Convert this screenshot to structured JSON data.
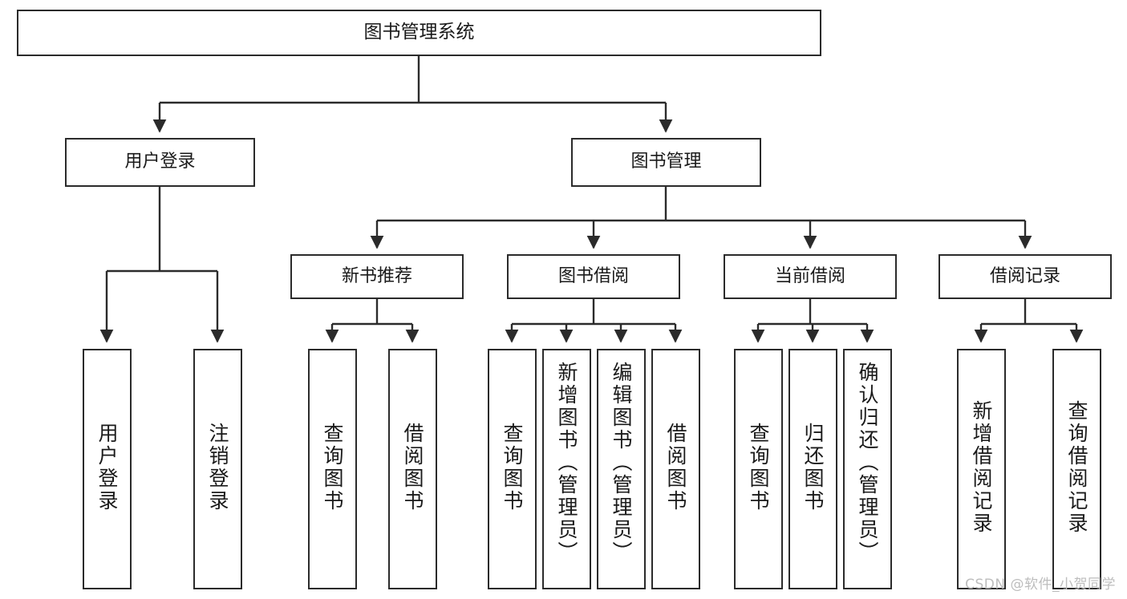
{
  "diagram": {
    "title": "图书管理系统",
    "type": "tree-hierarchy-chart",
    "stroke_color": "#2b2b2b",
    "text_color": "#1a1a1a",
    "background_color": "#ffffff",
    "root": {
      "id": "root",
      "label": "图书管理系统"
    },
    "level1": [
      {
        "id": "user-login",
        "label": "用户登录"
      },
      {
        "id": "book-manage",
        "label": "图书管理"
      }
    ],
    "level2": [
      {
        "id": "new-book-recommend",
        "label": "新书推荐",
        "parent": "book-manage"
      },
      {
        "id": "book-borrow",
        "label": "图书借阅",
        "parent": "book-manage"
      },
      {
        "id": "current-borrow",
        "label": "当前借阅",
        "parent": "book-manage"
      },
      {
        "id": "borrow-record",
        "label": "借阅记录",
        "parent": "book-manage"
      }
    ],
    "leaves": [
      {
        "id": "leaf-user-login",
        "label": "用户登录",
        "parent": "user-login"
      },
      {
        "id": "leaf-logout",
        "label": "注销登录",
        "parent": "user-login"
      },
      {
        "id": "leaf-query-book-1",
        "label": "查询图书",
        "parent": "new-book-recommend"
      },
      {
        "id": "leaf-borrow-book-1",
        "label": "借阅图书",
        "parent": "new-book-recommend"
      },
      {
        "id": "leaf-query-book-2",
        "label": "查询图书",
        "parent": "book-borrow"
      },
      {
        "id": "leaf-add-book",
        "label": "新增图书（管理员）",
        "parent": "book-borrow"
      },
      {
        "id": "leaf-edit-book",
        "label": "编辑图书（管理员）",
        "parent": "book-borrow"
      },
      {
        "id": "leaf-borrow-book-2",
        "label": "借阅图书",
        "parent": "book-borrow"
      },
      {
        "id": "leaf-query-book-3",
        "label": "查询图书",
        "parent": "current-borrow"
      },
      {
        "id": "leaf-return-book",
        "label": "归还图书",
        "parent": "current-borrow"
      },
      {
        "id": "leaf-confirm-return",
        "label": "确认归还（管理员）",
        "parent": "current-borrow"
      },
      {
        "id": "leaf-add-record",
        "label": "新增借阅记录",
        "parent": "borrow-record"
      },
      {
        "id": "leaf-query-record",
        "label": "查询借阅记录",
        "parent": "borrow-record"
      }
    ]
  },
  "watermark": {
    "text": "CSDN @软件_小贺同学"
  }
}
